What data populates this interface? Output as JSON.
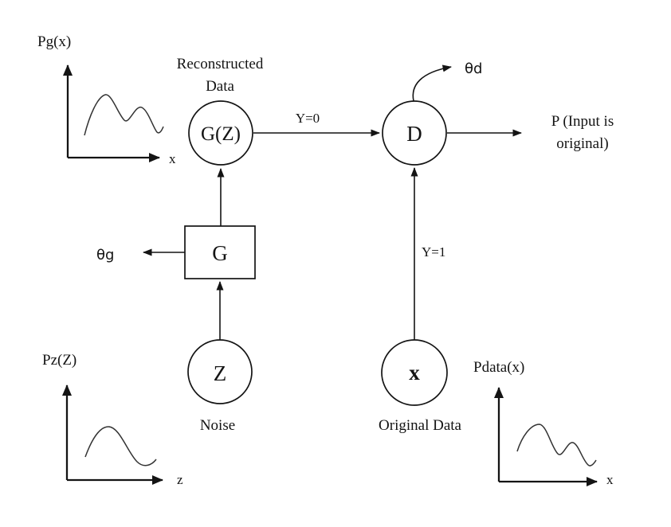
{
  "diagram": {
    "title_semantic": "GAN architecture diagram",
    "nodes": {
      "generator_output": "G(Z)",
      "discriminator": "D",
      "generator": "G",
      "noise_input": "Z",
      "original_input": "x"
    },
    "labels": {
      "reconstructed_line1": "Reconstructed",
      "reconstructed_line2": "Data",
      "noise": "Noise",
      "original_data": "Original Data",
      "y_equals_0": "Y=0",
      "y_equals_1": "Y=1",
      "theta_g": "θg",
      "theta_d": "θd",
      "p_output_line1": "P (Input is",
      "p_output_line2": "original)"
    },
    "plots": {
      "pg": {
        "title": "Pg(x)",
        "x_axis_label": "x"
      },
      "pz": {
        "title": "Pz(Z)",
        "x_axis_label": "z"
      },
      "pdata": {
        "title": "Pdata(x)",
        "x_axis_label": "x"
      }
    },
    "colors": {
      "stroke": "#141414",
      "background": "#ffffff"
    }
  }
}
